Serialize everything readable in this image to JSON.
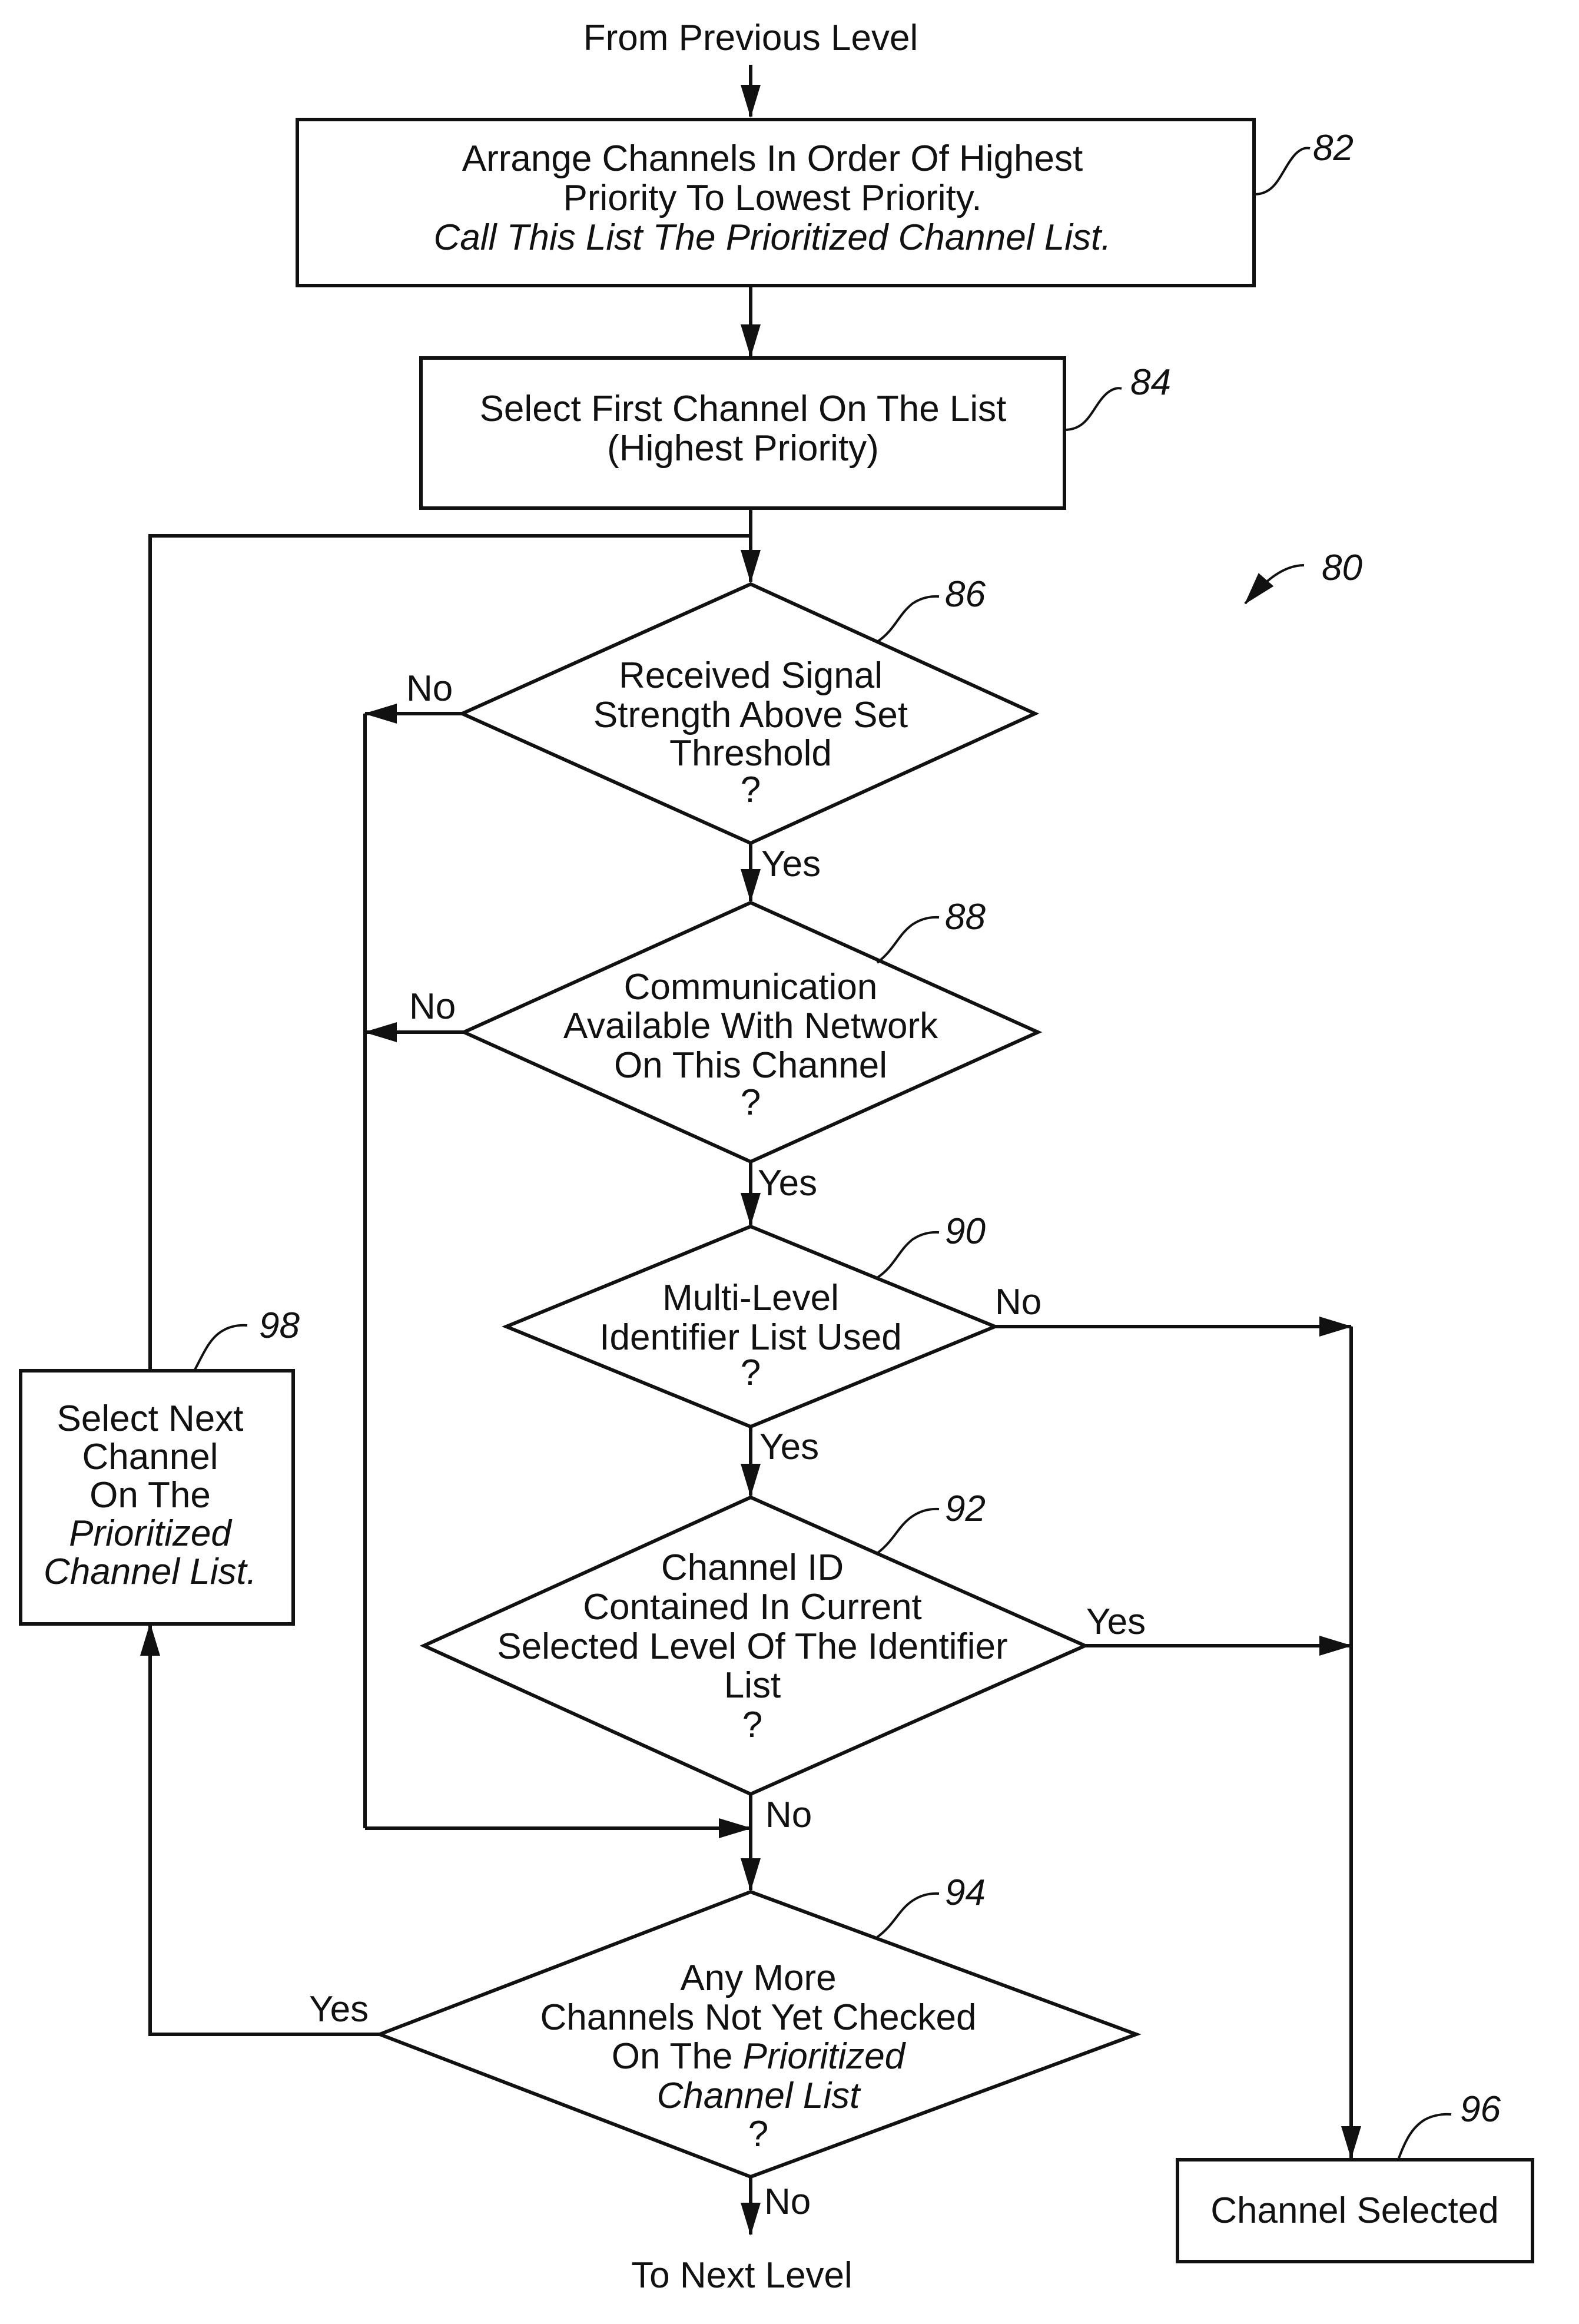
{
  "terminals": {
    "start": "From Previous Level",
    "end": "To Next Level"
  },
  "figure_ref": "80",
  "boxes": {
    "b82": {
      "ref": "82",
      "line1": "Arrange Channels In Order Of Highest",
      "line2": "Priority To Lowest Priority.",
      "line3": "Call This List The Prioritized Channel List."
    },
    "b84": {
      "ref": "84",
      "line1": "Select First Channel On The List",
      "line2": "(Highest Priority)"
    },
    "b98": {
      "ref": "98",
      "line1": "Select Next",
      "line2": "Channel",
      "line3": "On The",
      "line4": "Prioritized",
      "line5": "Channel List."
    },
    "b96": {
      "ref": "96",
      "line1": "Channel Selected"
    }
  },
  "decisions": {
    "d86": {
      "ref": "86",
      "line1": "Received Signal",
      "line2": "Strength Above Set",
      "line3": "Threshold",
      "line4": "?"
    },
    "d88": {
      "ref": "88",
      "line1": "Communication",
      "line2": "Available With Network",
      "line3": "On This Channel",
      "line4": "?"
    },
    "d90": {
      "ref": "90",
      "line1": "Multi-Level",
      "line2": "Identifier List Used",
      "line3": "?"
    },
    "d92": {
      "ref": "92",
      "line1": "Channel ID",
      "line2": "Contained In Current",
      "line3": "Selected Level Of The Identifier",
      "line4": "List",
      "line5": "?"
    },
    "d94": {
      "ref": "94",
      "line1": "Any More",
      "line2": "Channels Not Yet Checked",
      "line3a": "On The ",
      "line3b": "Prioritized",
      "line4": "Channel List",
      "line5": "?"
    }
  },
  "labels": {
    "d86_no": "No",
    "d86_yes": "Yes",
    "d88_no": "No",
    "d88_yes": "Yes",
    "d90_no": "No",
    "d90_yes": "Yes",
    "d92_yes": "Yes",
    "d92_no": "No",
    "d94_yes": "Yes",
    "d94_no": "No"
  }
}
